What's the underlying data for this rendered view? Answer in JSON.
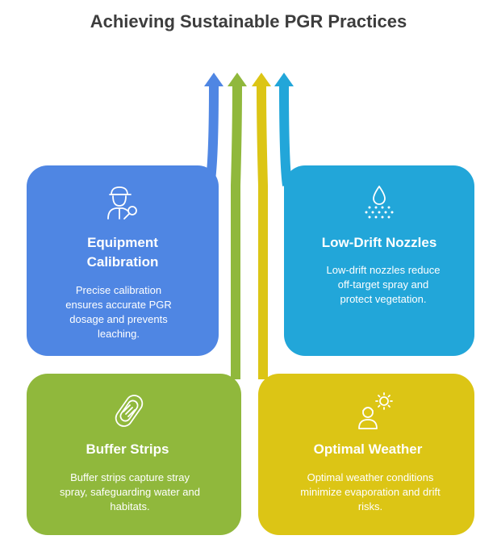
{
  "title": "Achieving Sustainable PGR Practices",
  "colors": {
    "equipment": "#4f86e3",
    "nozzles": "#22a6d9",
    "buffer": "#90b83c",
    "weather": "#dcc515"
  },
  "cards": [
    {
      "id": "equipment",
      "icon": "technician-icon",
      "heading_line1": "Equipment",
      "heading_line2": "Calibration",
      "text_lines": [
        "Precise calibration",
        "ensures accurate PGR",
        "dosage and prevents",
        "leaching."
      ]
    },
    {
      "id": "nozzles",
      "icon": "spray-droplet-icon",
      "heading_line1": "Low-Drift Nozzles",
      "text_lines": [
        "Low-drift nozzles reduce",
        "off-target spray and",
        "protect vegetation."
      ]
    },
    {
      "id": "buffer",
      "icon": "buffer-strip-icon",
      "heading_line1": "Buffer Strips",
      "text_lines": [
        "Buffer strips capture stray",
        "spray, safeguarding water and",
        "habitats."
      ]
    },
    {
      "id": "weather",
      "icon": "person-sun-icon",
      "heading_line1": "Optimal Weather",
      "text_lines": [
        "Optimal weather conditions",
        "minimize evaporation and drift",
        "risks."
      ]
    }
  ]
}
